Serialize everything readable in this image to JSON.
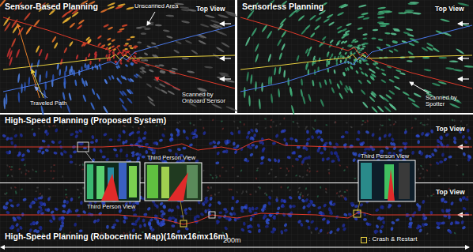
{
  "diagram": {
    "nodes": [
      {
        "text": [
          "Sensor-Based Planning",
          "Top View"
        ]
      },
      {
        "text": [
          "Sensorless Planning",
          "Top View"
        ]
      },
      {
        "text": [
          "High-Speed Planning (Proposed System)",
          "Top View"
        ]
      },
      {
        "text": [
          "High-Speed Planning (Robocentric Map)(16mx16mx16m)",
          "Top View"
        ]
      }
    ],
    "edges": [],
    "labels": [
      "Unscanned Area",
      "Traveled Path",
      "Scanned by Onboard Sensor",
      "Scanned by Spotter",
      "Third Person View",
      "Third Person View",
      "Third Person View",
      "200m"
    ],
    "legend": [
      {
        "text": ": Crash & Restart"
      }
    ]
  }
}
